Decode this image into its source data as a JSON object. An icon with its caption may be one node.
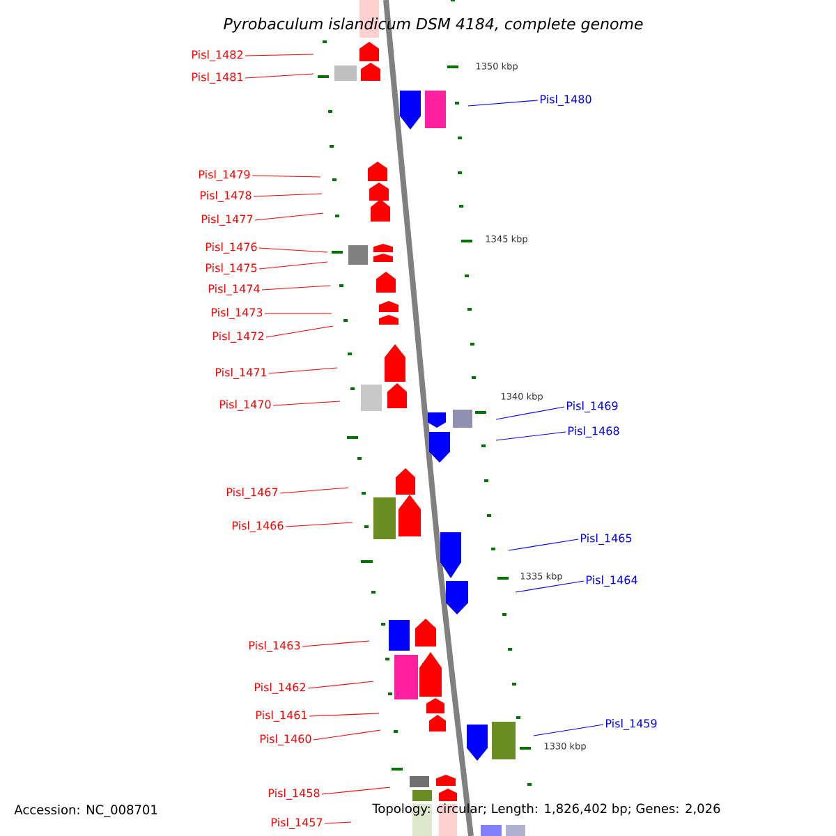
{
  "diagram": {
    "title": "Pyrobaculum islandicum DSM 4184, complete genome",
    "nodes": [
      {
        "text": [
          "Pisl_1482"
        ]
      },
      {
        "text": [
          "Pisl_1481"
        ]
      },
      {
        "text": [
          "Pisl_1480"
        ]
      },
      {
        "text": [
          "Pisl_1479"
        ]
      },
      {
        "text": [
          "Pisl_1478"
        ]
      },
      {
        "text": [
          "Pisl_1477"
        ]
      },
      {
        "text": [
          "Pisl_1476"
        ]
      },
      {
        "text": [
          "Pisl_1475"
        ]
      },
      {
        "text": [
          "Pisl_1474"
        ]
      },
      {
        "text": [
          "Pisl_1473"
        ]
      },
      {
        "text": [
          "Pisl_1472"
        ]
      },
      {
        "text": [
          "Pisl_1471"
        ]
      },
      {
        "text": [
          "Pisl_1470"
        ]
      },
      {
        "text": [
          "Pisl_1469"
        ]
      },
      {
        "text": [
          "Pisl_1468"
        ]
      },
      {
        "text": [
          "Pisl_1467"
        ]
      },
      {
        "text": [
          "Pisl_1466"
        ]
      },
      {
        "text": [
          "Pisl_1465"
        ]
      },
      {
        "text": [
          "Pisl_1464"
        ]
      },
      {
        "text": [
          "Pisl_1463"
        ]
      },
      {
        "text": [
          "Pisl_1462"
        ]
      },
      {
        "text": [
          "Pisl_1461"
        ]
      },
      {
        "text": [
          "Pisl_1460"
        ]
      },
      {
        "text": [
          "Pisl_1459"
        ]
      },
      {
        "text": [
          "Pisl_1458"
        ]
      },
      {
        "text": [
          "Pisl_1457"
        ]
      }
    ],
    "edges": [
      {
        "from": 0,
        "to": null,
        "arrow": "none"
      },
      {
        "from": 1,
        "to": null,
        "arrow": "none"
      },
      {
        "from": 2,
        "to": null,
        "arrow": "none",
        "color": "#0000ff"
      },
      {
        "from": 3,
        "to": null,
        "arrow": "none"
      },
      {
        "from": 4,
        "to": null,
        "arrow": "none"
      },
      {
        "from": 5,
        "to": null,
        "arrow": "none"
      },
      {
        "from": 6,
        "to": null,
        "arrow": "none"
      },
      {
        "from": 7,
        "to": null,
        "arrow": "none"
      },
      {
        "from": 8,
        "to": null,
        "arrow": "none"
      },
      {
        "from": 9,
        "to": null,
        "arrow": "none"
      },
      {
        "from": 10,
        "to": null,
        "arrow": "none"
      },
      {
        "from": 11,
        "to": null,
        "arrow": "none"
      },
      {
        "from": 12,
        "to": null,
        "arrow": "none"
      },
      {
        "from": 13,
        "to": null,
        "arrow": "none",
        "color": "#0000ff"
      },
      {
        "from": 14,
        "to": null,
        "arrow": "none",
        "color": "#0000ff"
      },
      {
        "from": 15,
        "to": null,
        "arrow": "none"
      },
      {
        "from": 16,
        "to": null,
        "arrow": "none"
      },
      {
        "from": 17,
        "to": null,
        "arrow": "none",
        "color": "#0000ff"
      },
      {
        "from": 18,
        "to": null,
        "arrow": "none",
        "color": "#0000ff"
      },
      {
        "from": 19,
        "to": null,
        "arrow": "none"
      },
      {
        "from": 20,
        "to": null,
        "arrow": "none"
      },
      {
        "from": 21,
        "to": null,
        "arrow": "none"
      },
      {
        "from": 22,
        "to": null,
        "arrow": "none"
      },
      {
        "from": 23,
        "to": null,
        "arrow": "none",
        "color": "#0000ff"
      },
      {
        "from": 24,
        "to": null,
        "arrow": "none"
      },
      {
        "from": 25,
        "to": null,
        "arrow": "none"
      }
    ],
    "labels": [
      "1350 kbp",
      "1345 kbp",
      "1340 kbp",
      "1335 kbp",
      "1330 kbp",
      "Accession: NC_008701",
      "Topology: circular; Length: 1,826,402 bp; Genes: 2,026"
    ]
  }
}
